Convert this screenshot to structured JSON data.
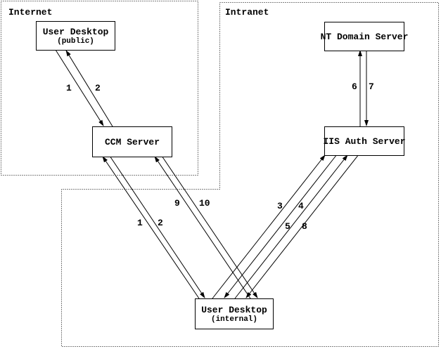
{
  "diagram": {
    "title_hint": "CCM / IIS authentication flow",
    "colors": {
      "line": "#000000",
      "background": "#ffffff"
    },
    "regions": [
      {
        "label": "Internet"
      },
      {
        "label": "Intranet"
      }
    ],
    "nodes": [
      {
        "id": "user-desktop-public",
        "title": "User Desktop",
        "subtitle": "(public)"
      },
      {
        "id": "ccm-server",
        "title": "CCM Server"
      },
      {
        "id": "nt-domain-server",
        "title": "NT Domain Server"
      },
      {
        "id": "iis-auth-server",
        "title": "IIS Auth Server"
      },
      {
        "id": "user-desktop-internal",
        "title": "User Desktop",
        "subtitle": "(internal)"
      }
    ],
    "flows": [
      {
        "step": "1",
        "from": "User Desktop (public)",
        "to": "CCM Server"
      },
      {
        "step": "2",
        "from": "CCM Server",
        "to": "User Desktop (public)"
      },
      {
        "step": "1",
        "from": "User Desktop (internal)",
        "to": "CCM Server"
      },
      {
        "step": "2",
        "from": "CCM Server",
        "to": "User Desktop (internal)"
      },
      {
        "step": "3",
        "from": "User Desktop (internal)",
        "to": "IIS Auth Server"
      },
      {
        "step": "4",
        "from": "IIS Auth Server",
        "to": "User Desktop (internal)"
      },
      {
        "step": "5",
        "from": "User Desktop (internal)",
        "to": "IIS Auth Server"
      },
      {
        "step": "6",
        "from": "IIS Auth Server",
        "to": "NT Domain Server"
      },
      {
        "step": "7",
        "from": "NT Domain Server",
        "to": "IIS Auth Server"
      },
      {
        "step": "8",
        "from": "IIS Auth Server",
        "to": "User Desktop (internal)"
      },
      {
        "step": "9",
        "from": "User Desktop (internal)",
        "to": "CCM Server"
      },
      {
        "step": "10",
        "from": "CCM Server",
        "to": "User Desktop (internal)"
      }
    ]
  }
}
